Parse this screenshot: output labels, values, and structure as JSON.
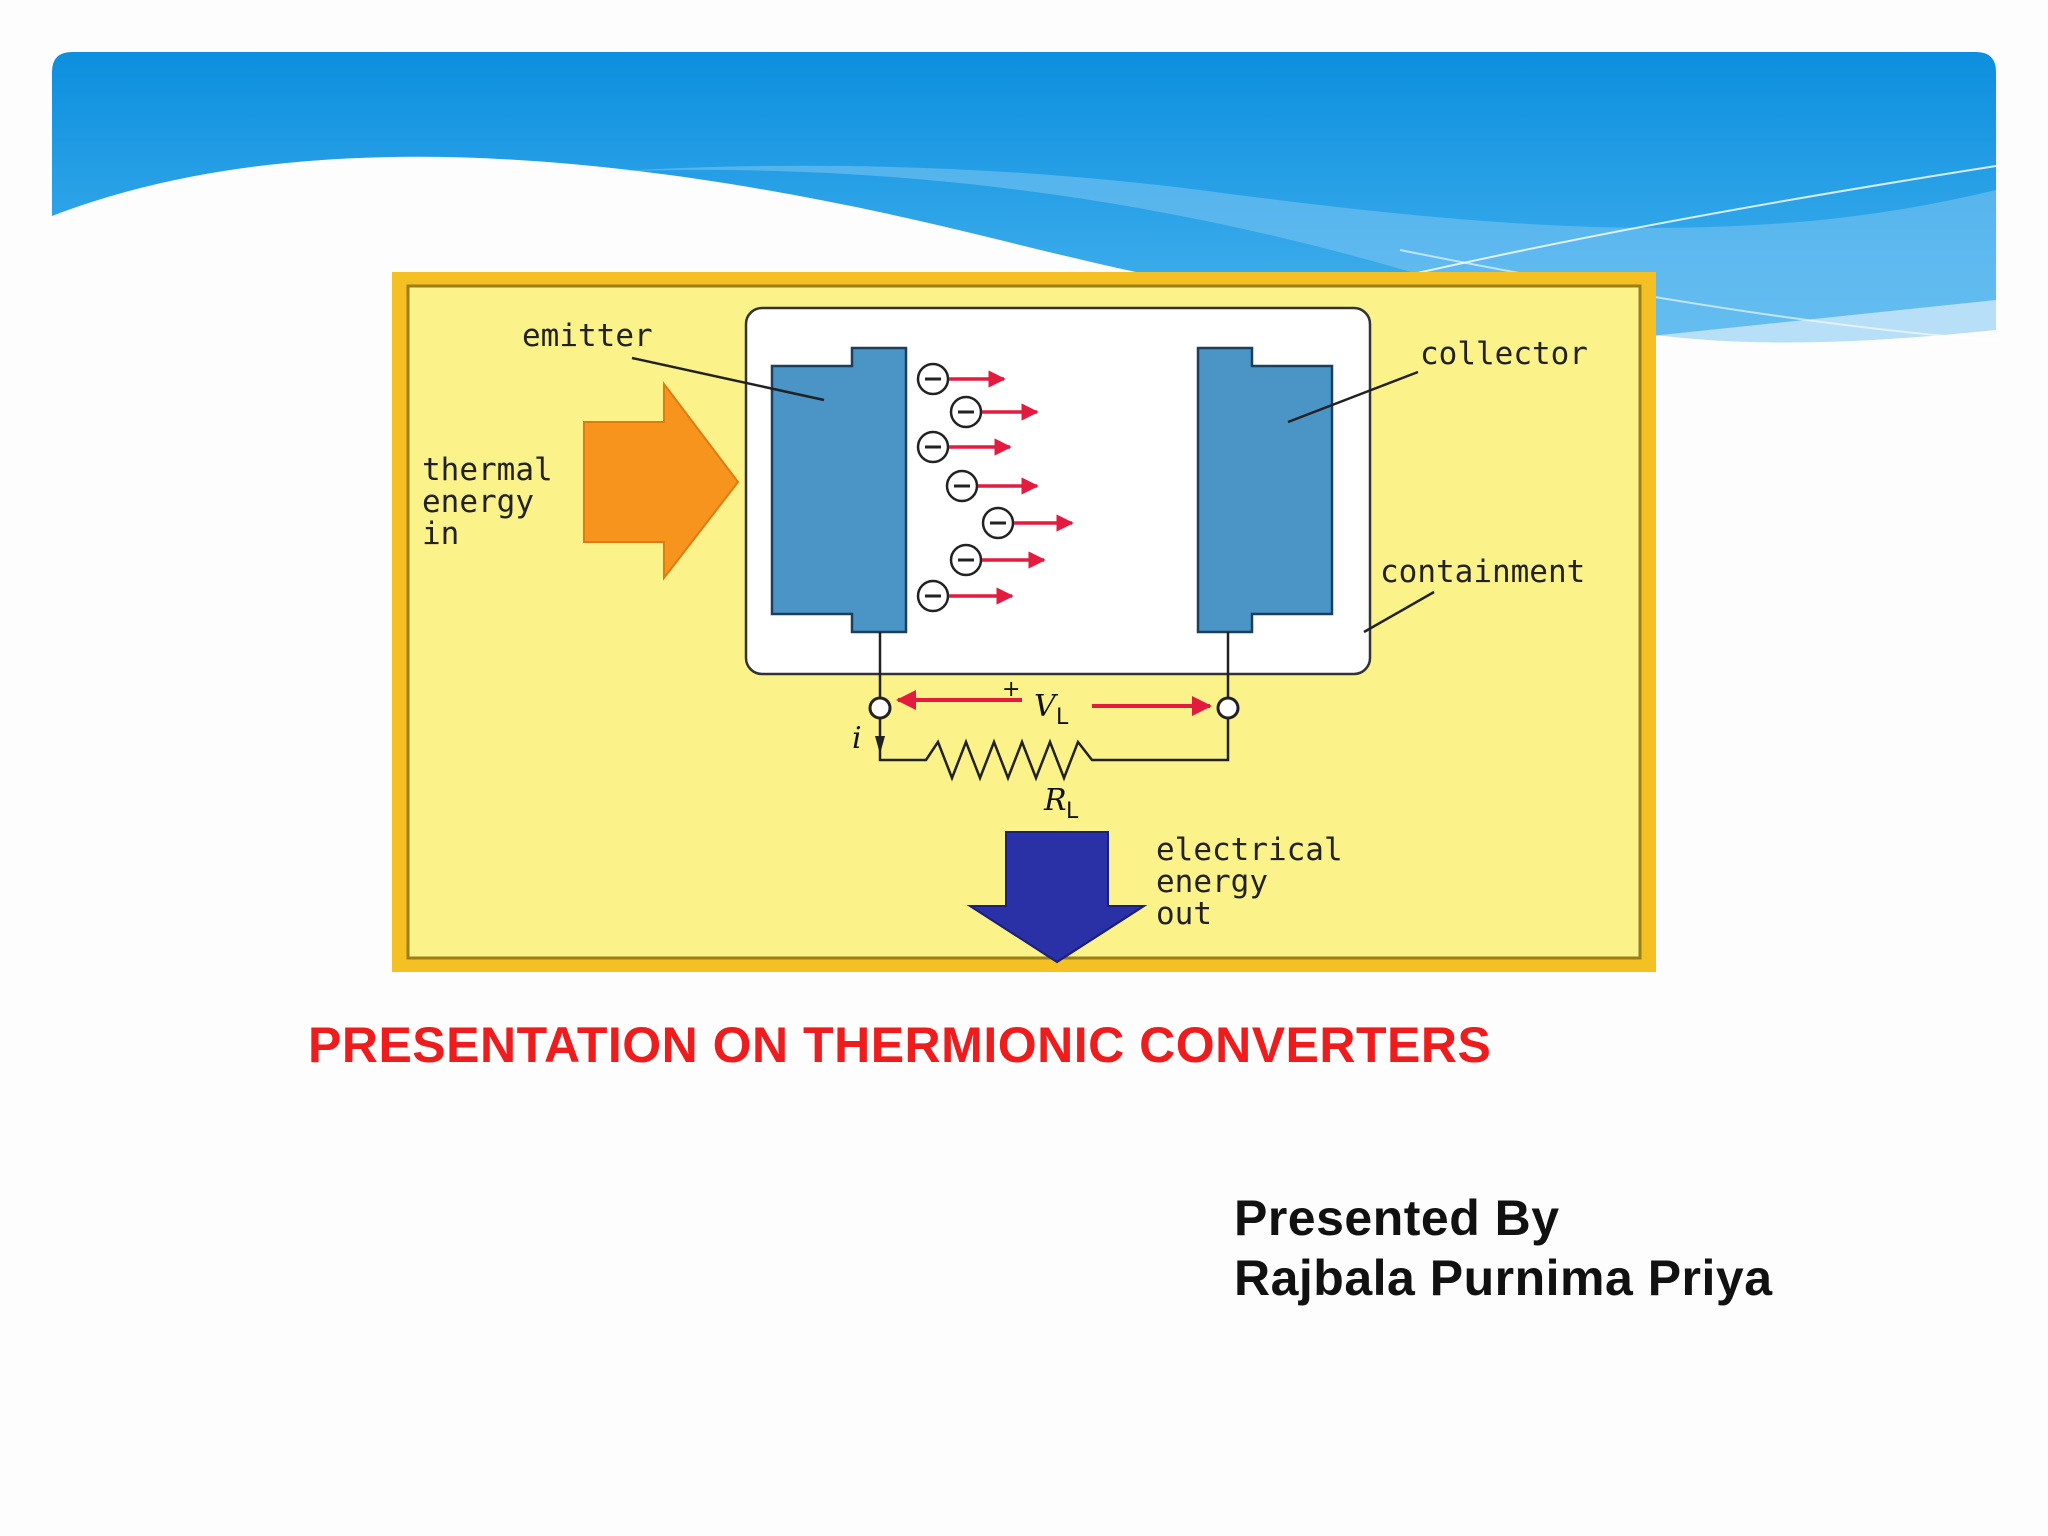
{
  "slide": {
    "title": "PRESENTATION ON THERMIONIC CONVERTERS",
    "presented_by_label": "Presented By",
    "presenter_name": "Rajbala Purnima Priya",
    "colors": {
      "title": "#ee1c1c",
      "header_blue": "#1196e0",
      "diagram_background": "#fbf28a",
      "diagram_border": "#f5c024",
      "plate": "#4a94c6"
    }
  },
  "diagram": {
    "labels": {
      "emitter": "emitter",
      "collector": "collector",
      "containment": "containment",
      "thermal": "thermal",
      "thermal_energy": "energy",
      "thermal_in": "in",
      "electrical": "electrical",
      "electrical_energy": "energy",
      "electrical_out": "out",
      "plus": "+",
      "voltage": "V",
      "voltage_sub": "L",
      "resistor": "R",
      "resistor_sub": "L",
      "current": "i"
    },
    "electron_symbol": "⊖",
    "electron_count": 7
  }
}
